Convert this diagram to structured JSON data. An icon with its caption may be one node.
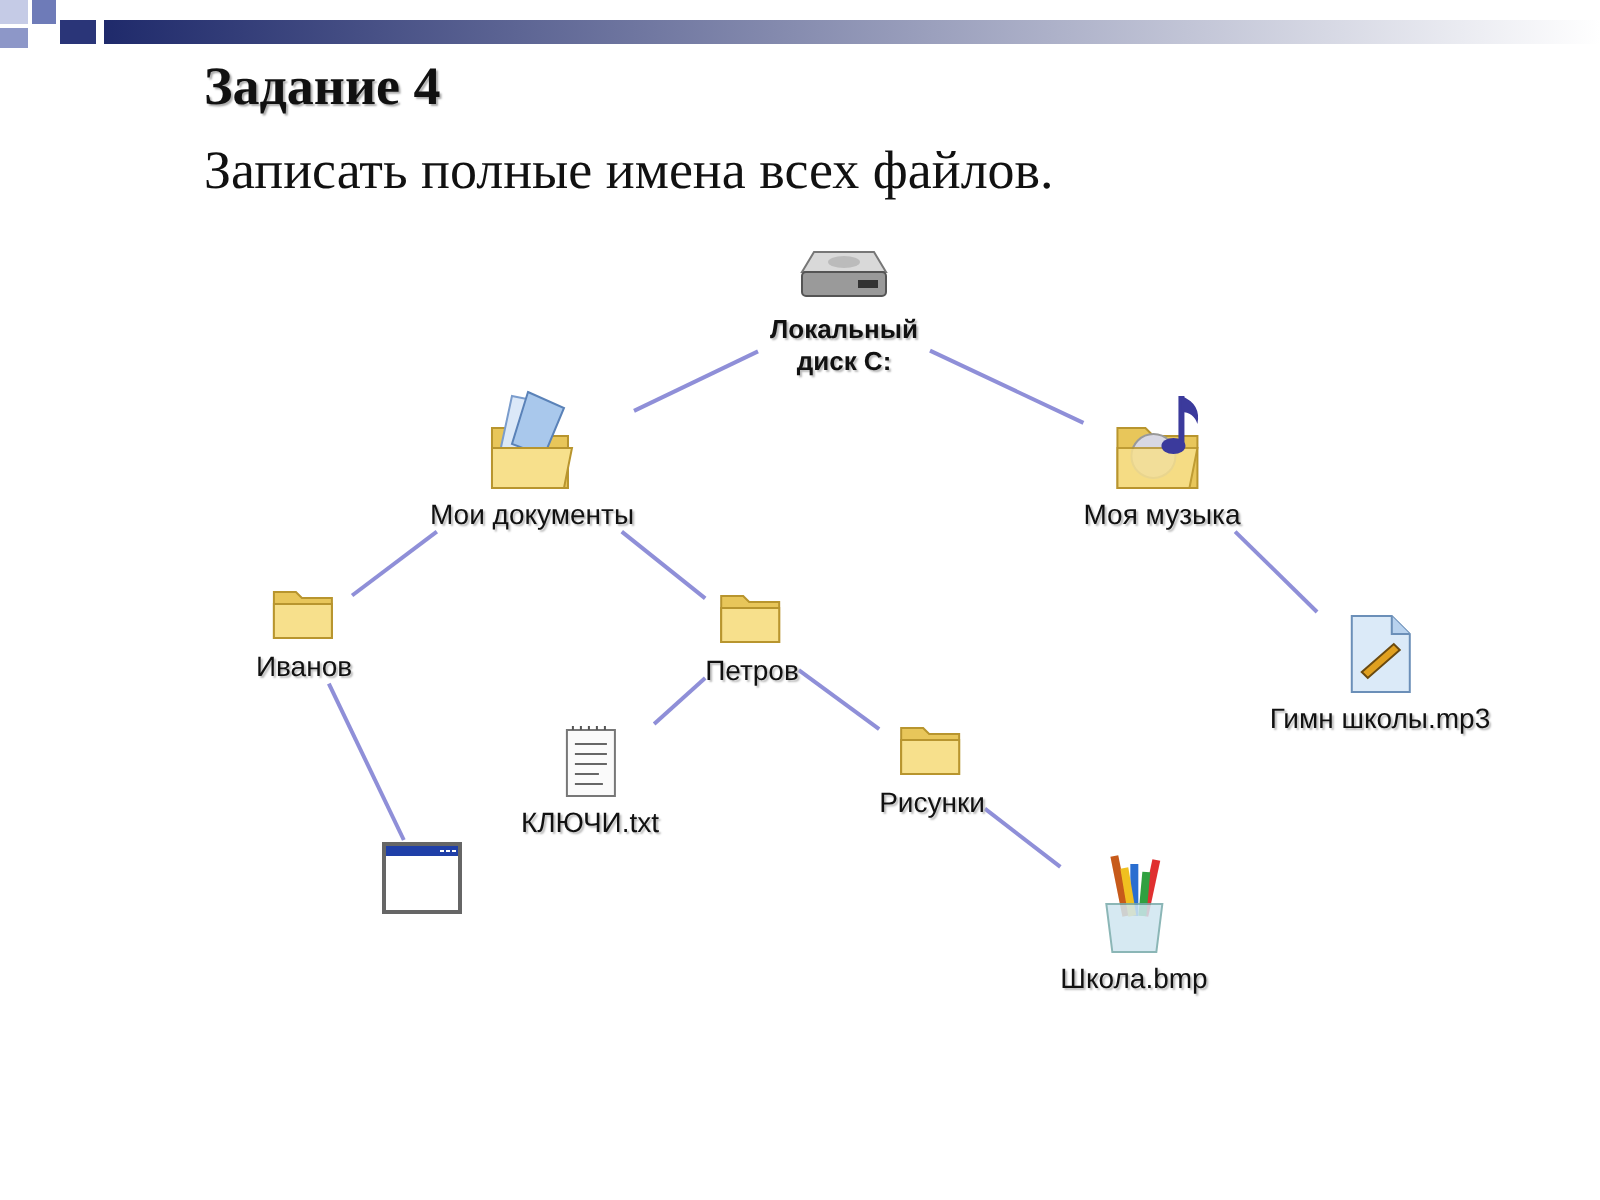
{
  "diagram": {
    "title": "Задание 4",
    "nodes": [
      {
        "text": [
          "Локальный диск C:"
        ]
      },
      {
        "text": [
          "Мои документы"
        ]
      },
      {
        "text": [
          "Моя музыка"
        ]
      },
      {
        "text": [
          "Иванов"
        ]
      },
      {
        "text": [
          "Петров"
        ]
      },
      {
        "text": [
          "Гимн школы.mp3"
        ]
      },
      {
        "text": [
          "КЛЮЧИ.txt"
        ]
      },
      {
        "text": [
          "Рисунки"
        ]
      },
      {
        "text": [],
        "shape": "picture"
      },
      {
        "text": [
          "Школа.bmp"
        ]
      }
    ],
    "edges": [
      {
        "from": 0,
        "to": 1,
        "arrow": "none"
      },
      {
        "from": 0,
        "to": 2,
        "arrow": "none"
      },
      {
        "from": 1,
        "to": 3,
        "arrow": "none"
      },
      {
        "from": 1,
        "to": 4,
        "arrow": "none"
      },
      {
        "from": 2,
        "to": 5,
        "arrow": "none"
      },
      {
        "from": 3,
        "to": 8,
        "arrow": "none"
      },
      {
        "from": 4,
        "to": 6,
        "arrow": "none"
      },
      {
        "from": 4,
        "to": 7,
        "arrow": "none"
      },
      {
        "from": 7,
        "to": 9,
        "arrow": "none"
      }
    ],
    "labels": [
      "Записать полные имена всех файлов."
    ]
  }
}
